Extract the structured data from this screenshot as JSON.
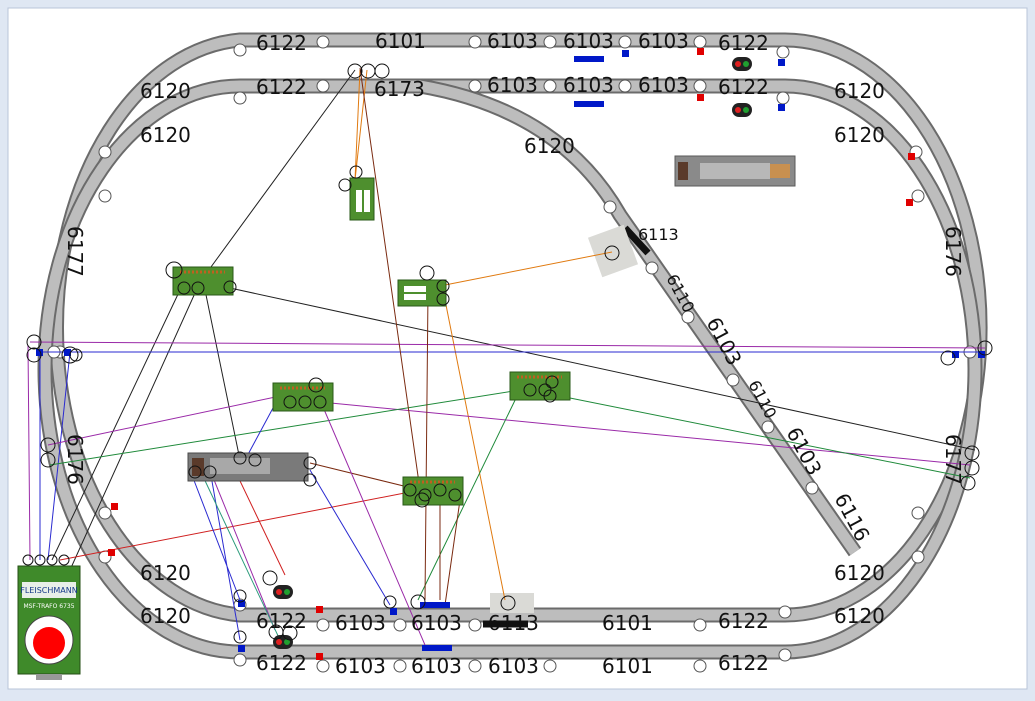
{
  "layout_name": "",
  "track_labels": {
    "top_outer": [
      "6122",
      "6101",
      "6103",
      "6103",
      "6103",
      "6122"
    ],
    "top_inner": [
      "6122",
      "6173",
      "6103",
      "6103",
      "6103",
      "6122"
    ],
    "left_outer_curves": [
      "6120",
      "6120",
      "6120",
      "6120"
    ],
    "right_curves": [
      "6120",
      "6120",
      "6120",
      "6120"
    ],
    "left_straights": [
      "6177",
      "6176"
    ],
    "right_straights": [
      "6176",
      "6177"
    ],
    "diagonal": [
      "6120",
      "6113",
      "6110",
      "6103",
      "6110",
      "6103",
      "6116"
    ],
    "bottom_outer": [
      "6122",
      "6103",
      "6103",
      "6113",
      "6101",
      "6122"
    ],
    "bottom_inner": [
      "6122",
      "6103",
      "6103",
      "6103",
      "6101",
      "6122"
    ]
  },
  "transformer": {
    "brand": "FLEISCHMANN",
    "model": "MSF-TRAFO 6735"
  },
  "colors": {
    "background": "#ffffff",
    "frame": "#dfe7f3",
    "track_fill": "#bdbdbd",
    "track_edge": "#6b6b6b",
    "module_green": "#4e8f2e",
    "transformer_green": "#3f8a2a",
    "knob_red": "#ff0000",
    "contact_blue": "#0018c8",
    "contact_red": "#e00000",
    "wire_black": "#222222",
    "wire_blue": "#2a2ad0",
    "wire_purple": "#9a2aa8",
    "wire_orange": "#e07a10",
    "wire_green": "#1f8a3a",
    "wire_brown": "#7a2a10",
    "wire_red": "#d02020",
    "wire_teal": "#2a9a7a"
  },
  "icons": [
    "signal-icon",
    "decoder-module-icon",
    "transformer-icon",
    "reed-contact-icon",
    "connector-icon"
  ]
}
